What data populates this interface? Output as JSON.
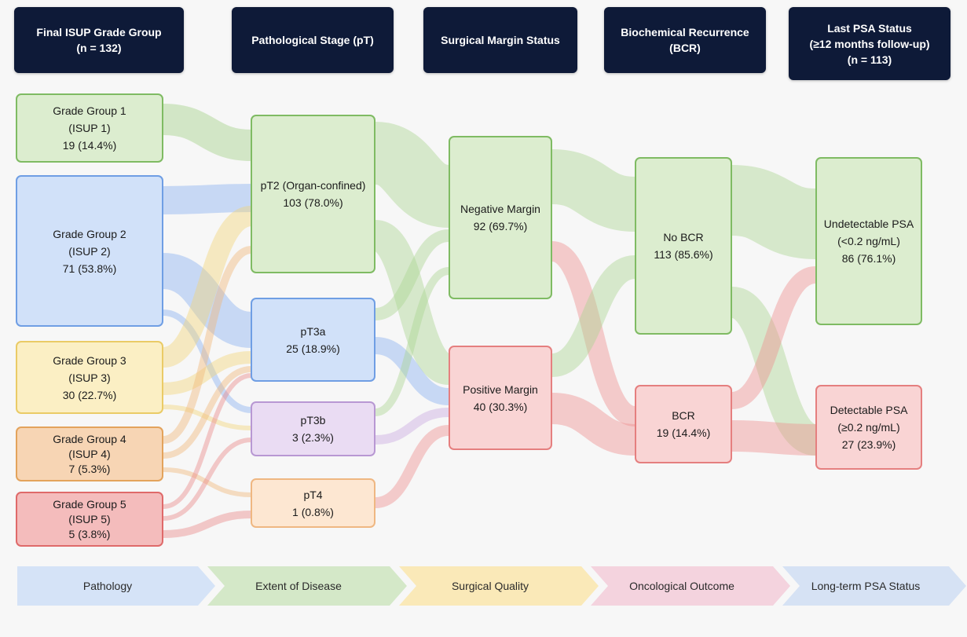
{
  "headers": [
    {
      "l1": "Final ISUP Grade Group",
      "l2": "(n = 132)",
      "l3": ""
    },
    {
      "l1": "Pathological Stage (pT)",
      "l2": "",
      "l3": ""
    },
    {
      "l1": "Surgical Margin Status",
      "l2": "",
      "l3": ""
    },
    {
      "l1": "Biochemical Recurrence",
      "l2": "(BCR)",
      "l3": ""
    },
    {
      "l1": "Last PSA Status",
      "l2": "(≥12 months follow-up)",
      "l3": "(n = 113)"
    }
  ],
  "grade_groups": [
    {
      "name": "Grade Group 1",
      "sub": "(ISUP 1)",
      "value": "19 (14.4%)",
      "color": "#9fcf84"
    },
    {
      "name": "Grade Group 2",
      "sub": "(ISUP 2)",
      "value": "71 (53.8%)",
      "color": "#86aef0"
    },
    {
      "name": "Grade Group 3",
      "sub": "(ISUP 3)",
      "value": "30 (22.7%)",
      "color": "#f3d574"
    },
    {
      "name": "Grade Group 4",
      "sub": "(ISUP 4)",
      "value": "7 (5.3%)",
      "color": "#f0b575"
    },
    {
      "name": "Grade Group 5",
      "sub": "(ISUP 5)",
      "value": "5 (3.8%)",
      "color": "#ea8585"
    }
  ],
  "stages": [
    {
      "name": "pT2 (Organ-confined)",
      "value": "103 (78.0%)"
    },
    {
      "name": "pT3a",
      "value": "25 (18.9%)"
    },
    {
      "name": "pT3b",
      "value": "3 (2.3%)"
    },
    {
      "name": "pT4",
      "value": "1 (0.8%)"
    }
  ],
  "margins": [
    {
      "name": "Negative Margin",
      "value": "92 (69.7%)",
      "color": "#a9d38f"
    },
    {
      "name": "Positive Margin",
      "value": "40 (30.3%)",
      "color": "#ee8d8d"
    }
  ],
  "bcr": [
    {
      "name": "No BCR",
      "value": "113 (85.6%)",
      "color": "#a9d38f"
    },
    {
      "name": "BCR",
      "value": "19 (14.4%)",
      "color": "#ee8d8d"
    }
  ],
  "psa": [
    {
      "name": "Undetectable PSA",
      "sub": "(<0.2 ng/mL)",
      "value": "86 (76.1%)"
    },
    {
      "name": "Detectable PSA",
      "sub": "(≥0.2 ng/mL)",
      "value": "27 (23.9%)"
    }
  ],
  "phases": [
    {
      "label": "Pathology",
      "color": "#d5e3f7"
    },
    {
      "label": "Extent of Disease",
      "color": "#d4e8c8"
    },
    {
      "label": "Surgical Quality",
      "color": "#fae9b8"
    },
    {
      "label": "Oncological Outcome",
      "color": "#f4d3de"
    },
    {
      "label": "Long-term PSA Status",
      "color": "#d6e2f4"
    }
  ]
}
